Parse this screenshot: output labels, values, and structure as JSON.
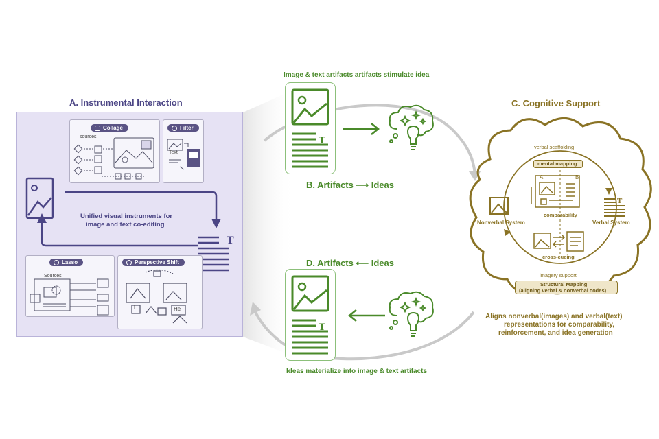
{
  "panel_a": {
    "title": "A. Instrumental Interaction",
    "collage": {
      "label": "Collage",
      "sources_label": "sources"
    },
    "filter": {
      "label": "Filter",
      "text_label": "Text"
    },
    "center_text_line1": "Unified visual instruments for",
    "center_text_line2": "image and text co-editing",
    "lasso": {
      "label": "Lasso",
      "sources_label": "Sources"
    },
    "perspective": {
      "label": "Perspective Shift",
      "he_label": "He",
      "i_label": "I"
    },
    "text_glyph": "T"
  },
  "top_flow": {
    "caption": "Image & text artifacts artifacts stimulate idea",
    "label": "B.  Artifacts ⟶ Ideas"
  },
  "bottom_flow": {
    "caption": "Ideas materialize into image & text artifacts",
    "label": "D.  Artifacts ⟵ Ideas"
  },
  "panel_c": {
    "title": "C. Cognitive Support",
    "verbal_scaffolding": "verbal scaffolding",
    "mental_mapping": "mental mapping",
    "ab_a": "A",
    "ab_b": "B",
    "comparability": "comparability",
    "cross_cueing": "cross-cueing",
    "nonverbal_system": "Nonverbal System",
    "verbal_system": "Verbal System",
    "imagery_support": "imagery support",
    "structural_mapping_line1": "Structural Mapping",
    "structural_mapping_line2": "(aligning verbal & nonverbal codes)",
    "summary_line1": "Aligns nonverbal(images) and verbal(text)",
    "summary_line2": "representations for comparability,",
    "summary_line3": "reinforcement, and idea generation"
  },
  "colors": {
    "purple": "#4b4585",
    "green": "#4a8a2a",
    "olive": "#8a7325",
    "gray_arrow": "#c9c9c9"
  }
}
